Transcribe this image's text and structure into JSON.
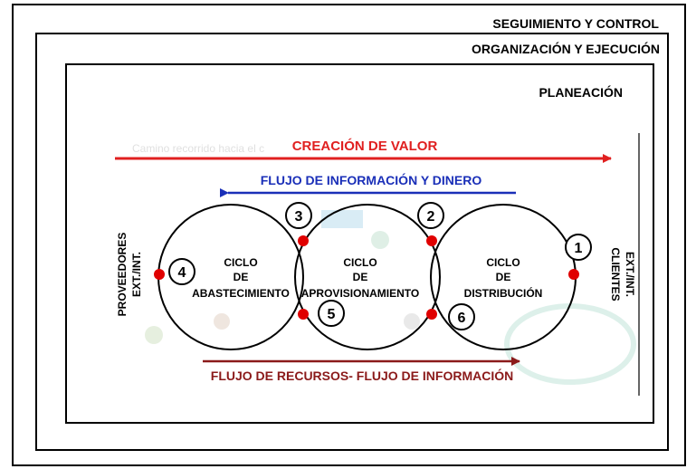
{
  "levels": {
    "outer": "SEGUIMIENTO Y CONTROL",
    "middle": "ORGANIZACIÓN Y EJECUCIÓN",
    "inner": "PLANEACIÓN"
  },
  "arrows": {
    "top": "CREACIÓN DE VALOR",
    "middle": "FLUJO DE INFORMACIÓN Y DINERO",
    "bottom": "FLUJO DE RECURSOS- FLUJO DE INFORMACIÓN"
  },
  "colors": {
    "top_arrow": "#e02020",
    "middle_arrow": "#1a2fb8",
    "bottom_arrow": "#8b1a1a",
    "node": "#e00000"
  },
  "cycles": {
    "c1": {
      "line1": "CICLO",
      "line2": "DE",
      "line3": "ABASTECIMIENTO"
    },
    "c2": {
      "line1": "CICLO",
      "line2": "DE",
      "line3": "APROVISIONAMIENTO"
    },
    "c3": {
      "line1": "CICLO",
      "line2": "DE",
      "line3": "DISTRIBUCIÓN"
    }
  },
  "sides": {
    "left": {
      "line1": "PROVEEDORES",
      "line2": "EXT./INT."
    },
    "right": {
      "line1": "CLIENTES",
      "line2": "EXT./INT."
    }
  },
  "nodes": {
    "n1": "1",
    "n2": "2",
    "n3": "3",
    "n4": "4",
    "n5": "5",
    "n6": "6"
  },
  "background_text": "Camino recorrido hacia el c"
}
